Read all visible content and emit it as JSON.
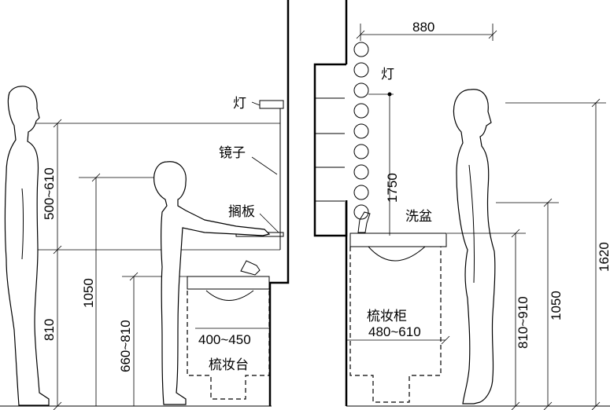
{
  "left": {
    "label_light": "灯",
    "label_mirror": "镜子",
    "label_shelf": "搁板",
    "label_vanity": "梳妆台",
    "dim_mirror_height": "500~610",
    "dim_counter": "810",
    "dim_shelf": "1050",
    "dim_child": "660~810",
    "dim_depth": "400~450"
  },
  "right": {
    "label_light": "灯",
    "label_basin": "洗盆",
    "label_cabinet": "梳妆柜",
    "dim_width": "880",
    "dim_lights": "1750",
    "dim_cabinet_width": "480~610",
    "dim_basin": "810~910",
    "dim_shelf": "1050",
    "dim_eye": "1620"
  }
}
